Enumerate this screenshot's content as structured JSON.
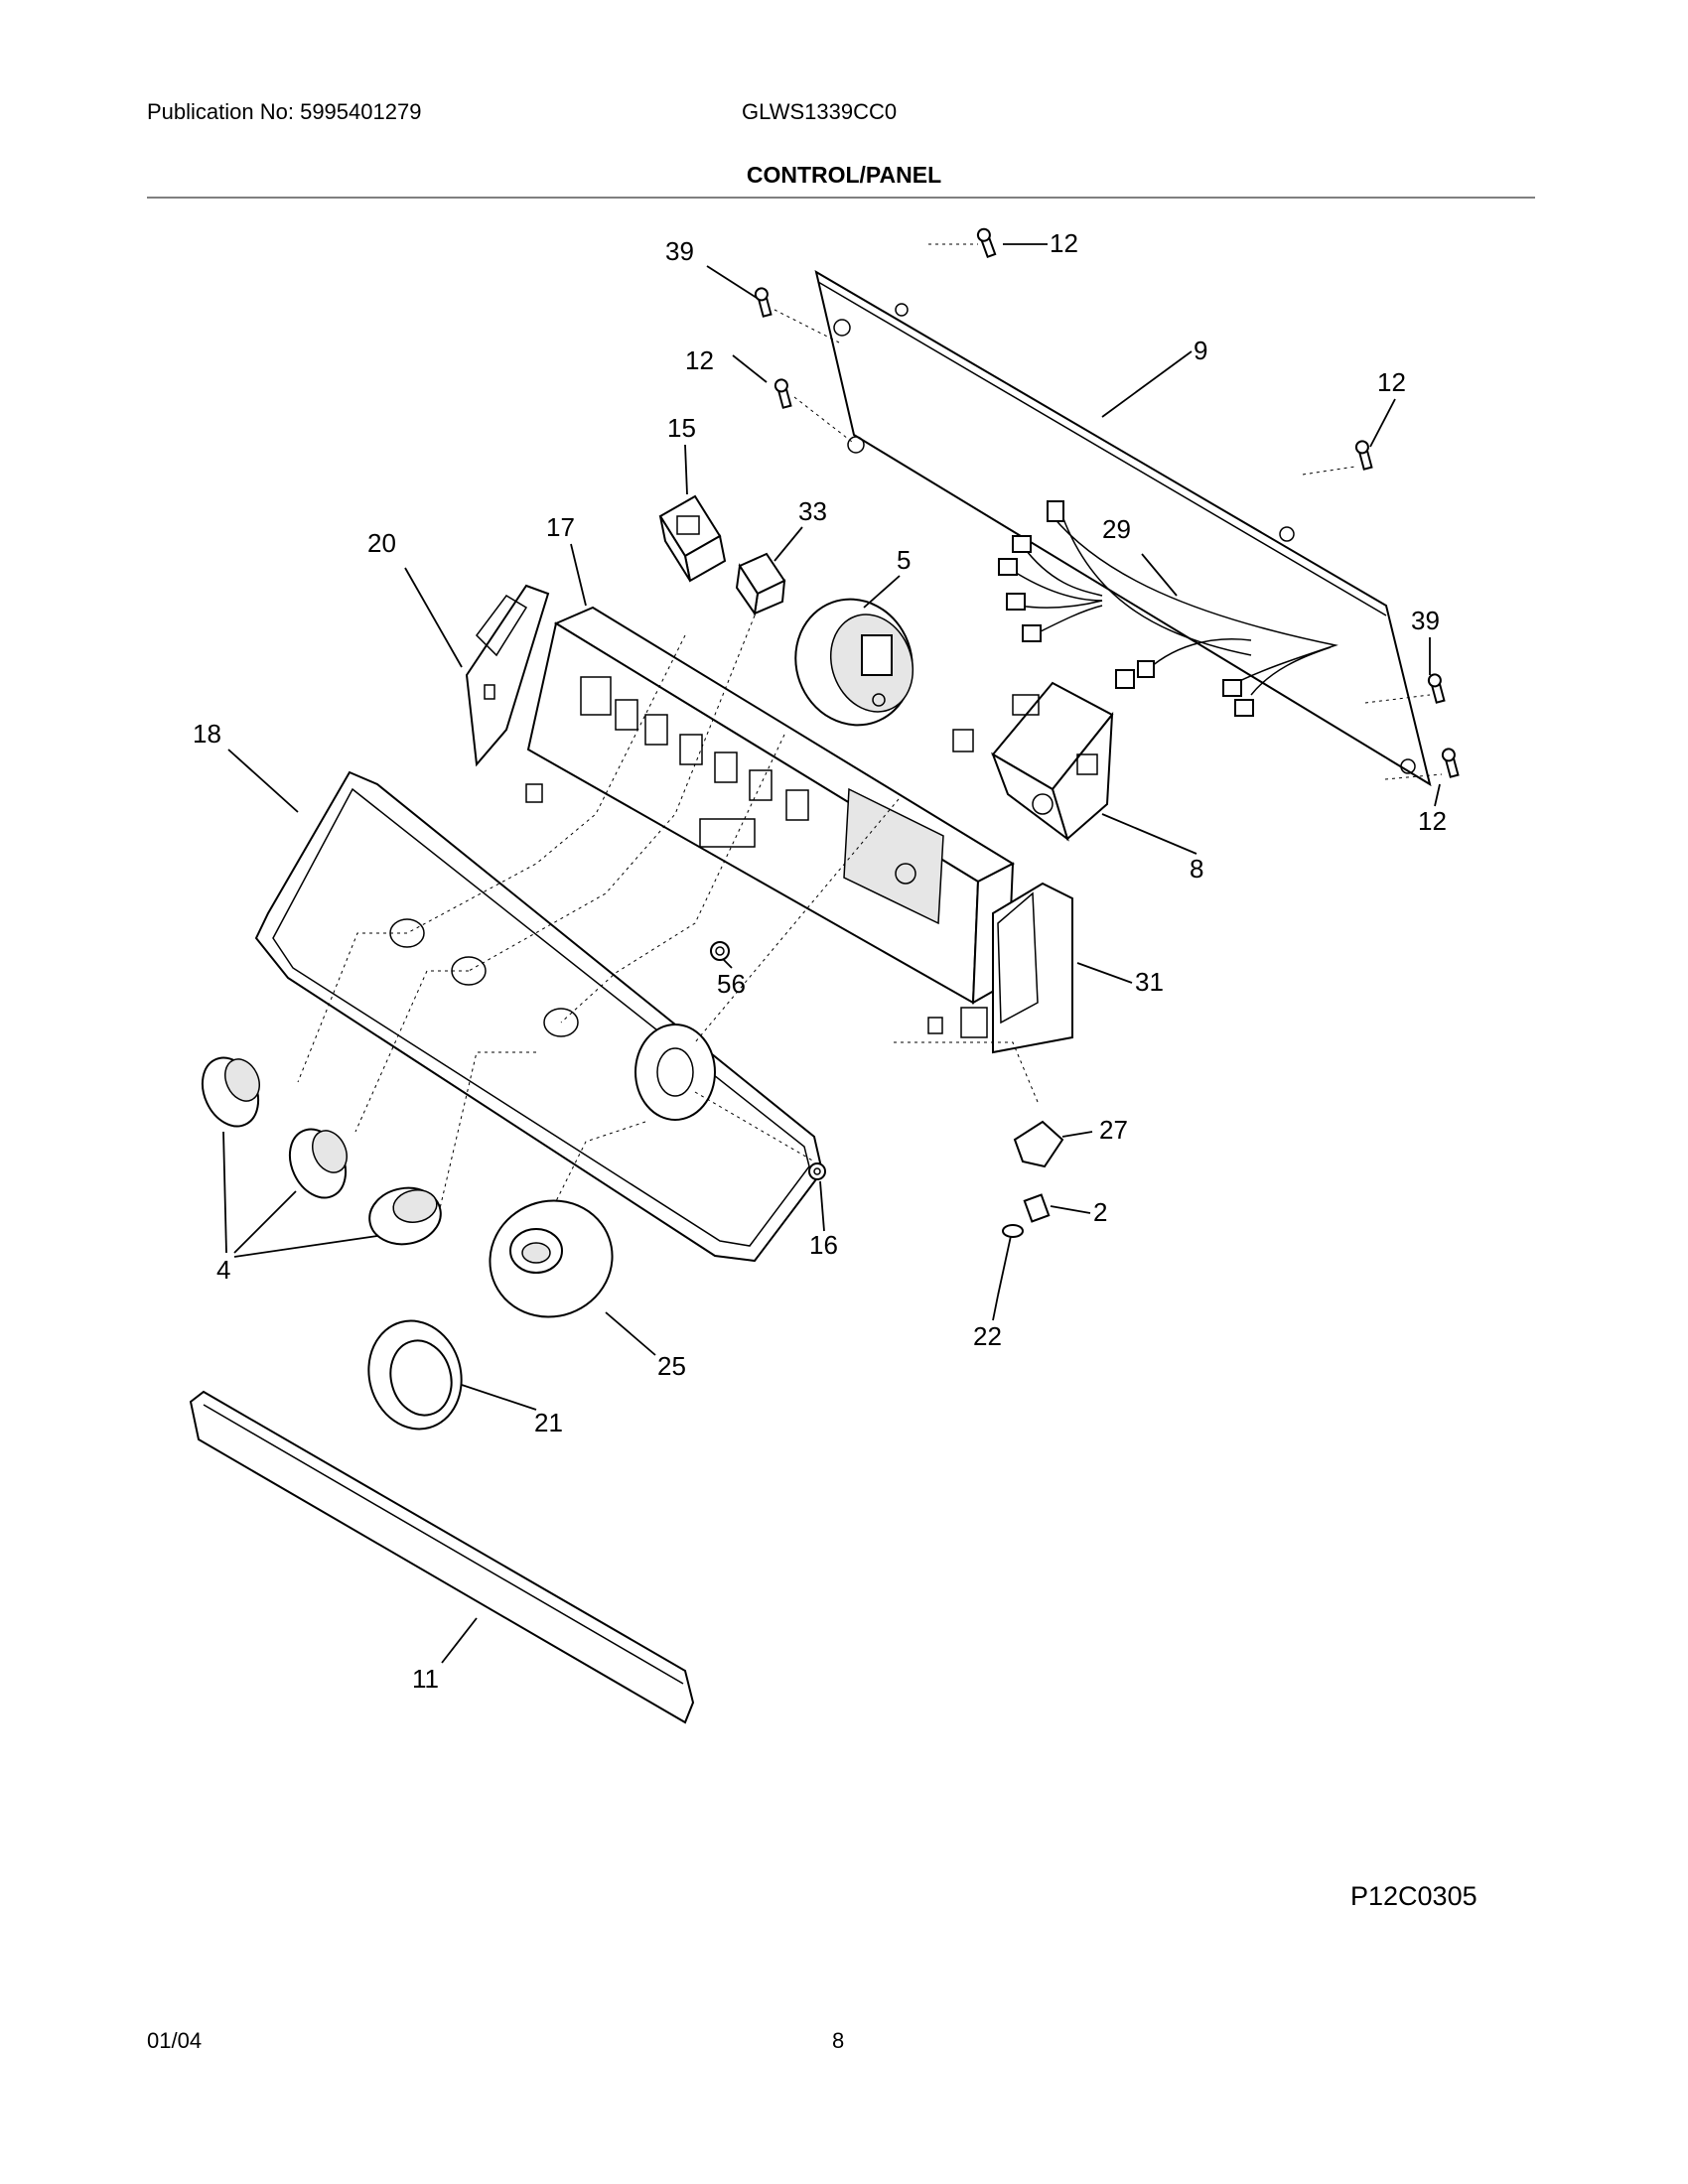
{
  "header": {
    "publication": "Publication No: 5995401279",
    "model": "GLWS1339CC0",
    "title": "CONTROL/PANEL"
  },
  "callouts": {
    "c39a": "39",
    "c12a": "12",
    "c12b": "12",
    "c9": "9",
    "c12c": "12",
    "c15": "15",
    "c33": "33",
    "c17": "17",
    "c20": "20",
    "c5": "5",
    "c29": "29",
    "c39b": "39",
    "c12d": "12",
    "c18": "18",
    "c8": "8",
    "c56": "56",
    "c31": "31",
    "c27": "27",
    "c16": "16",
    "c2": "2",
    "c4": "4",
    "c22": "22",
    "c25": "25",
    "c21": "21",
    "c11": "11"
  },
  "footer": {
    "figure_code": "P12C0305",
    "date": "01/04",
    "page": "8"
  }
}
